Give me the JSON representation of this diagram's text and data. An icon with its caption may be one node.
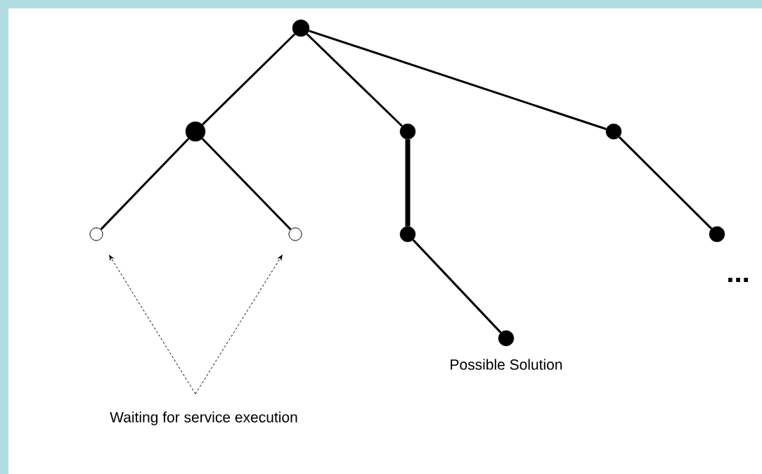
{
  "diagram": {
    "nodes": [
      {
        "text": [],
        "shape": "dot"
      },
      {
        "text": [],
        "shape": "dot"
      },
      {
        "text": [],
        "shape": "dot"
      },
      {
        "text": [],
        "shape": "dot"
      },
      {
        "text": [],
        "shape": "circle"
      },
      {
        "text": [],
        "shape": "circle"
      },
      {
        "text": [],
        "shape": "dot"
      },
      {
        "text": [],
        "shape": "dot"
      },
      {
        "text": [],
        "shape": "dot",
        "beside": [
          "Possible Solution"
        ]
      },
      {
        "text": [
          "Waiting for service execution"
        ]
      }
    ],
    "edges": [
      {
        "from": 0,
        "to": 1,
        "arrow": "none"
      },
      {
        "from": 0,
        "to": 2,
        "arrow": "none"
      },
      {
        "from": 0,
        "to": 3,
        "arrow": "none"
      },
      {
        "from": 1,
        "to": 4,
        "arrow": "none"
      },
      {
        "from": 1,
        "to": 5,
        "arrow": "none"
      },
      {
        "from": 2,
        "to": 6,
        "arrow": "none",
        "style": "thick"
      },
      {
        "from": 6,
        "to": 8,
        "arrow": "none"
      },
      {
        "from": 3,
        "to": 7,
        "arrow": "none"
      },
      {
        "from": 9,
        "to": 4,
        "arrow": "to",
        "style": "dashed"
      },
      {
        "from": 9,
        "to": 5,
        "arrow": "to",
        "style": "dashed"
      }
    ],
    "labels": [
      "..."
    ]
  }
}
